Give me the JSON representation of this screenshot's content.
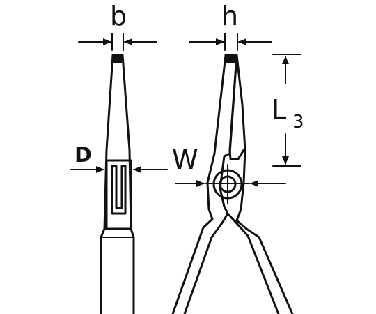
{
  "labels": {
    "b": "b",
    "h": "h",
    "D": "D",
    "W": "W",
    "L": "L",
    "L_sub": "3"
  },
  "colors": {
    "ink": "#111111",
    "background": "#ffffff"
  }
}
